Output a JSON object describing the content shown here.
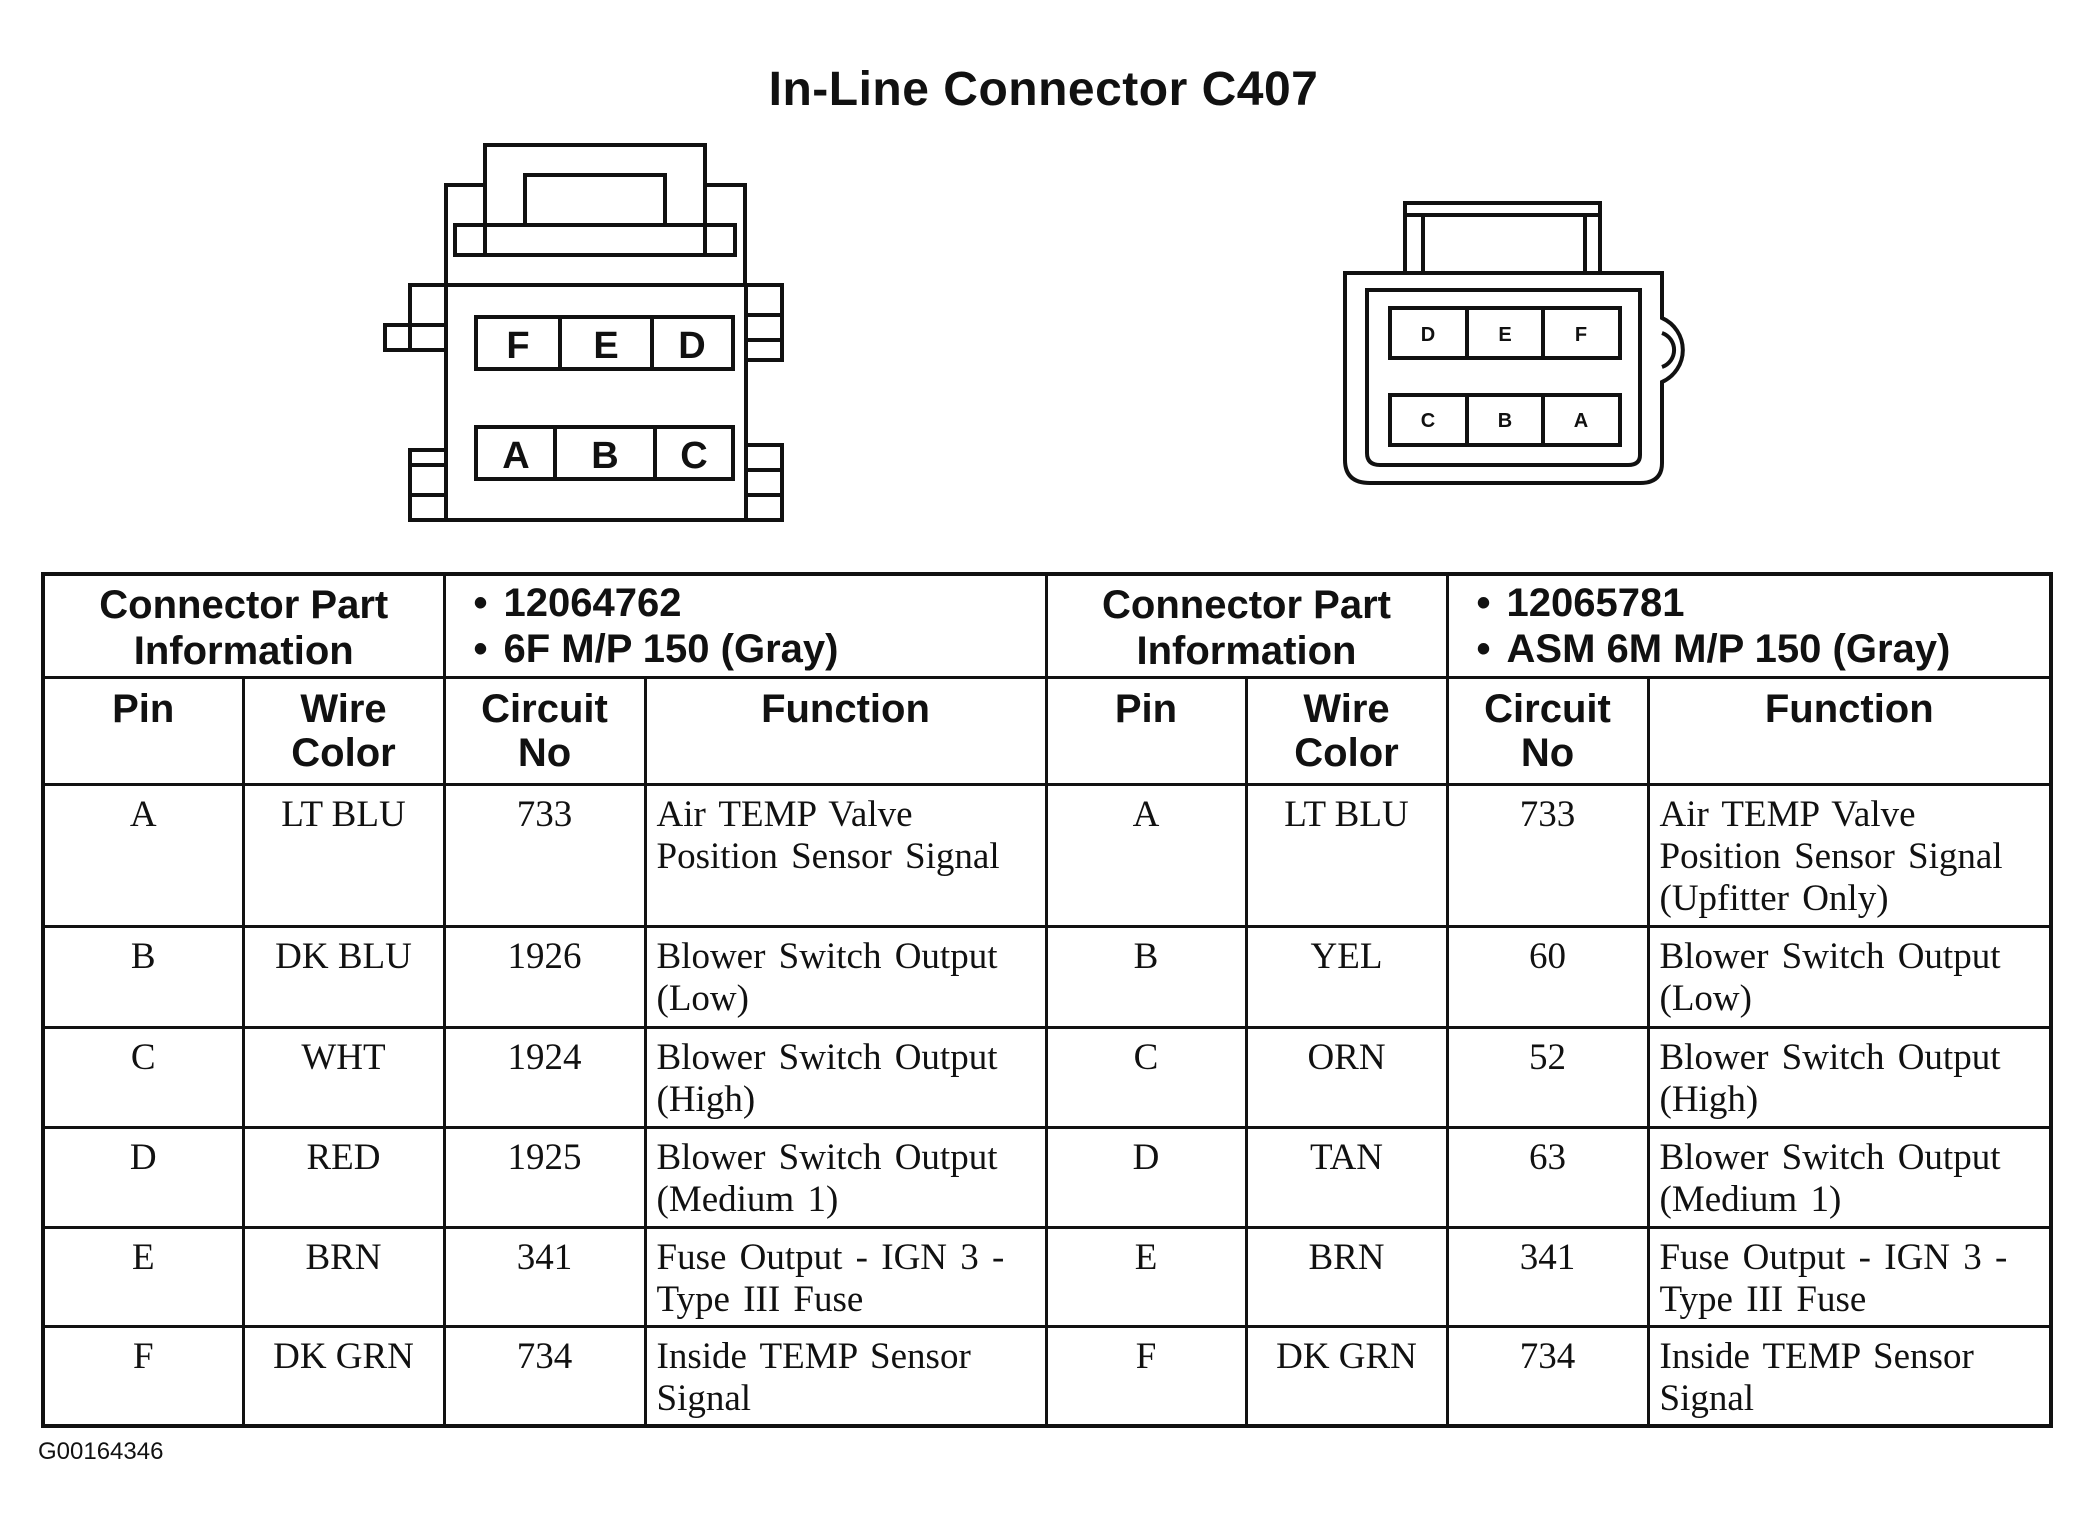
{
  "title": "In-Line Connector C407",
  "left_connector": {
    "cavity_labels_top": [
      "F",
      "E",
      "D"
    ],
    "cavity_labels_bottom": [
      "A",
      "B",
      "C"
    ]
  },
  "right_connector": {
    "cavity_labels_top": [
      "D",
      "E",
      "F"
    ],
    "cavity_labels_bottom": [
      "C",
      "B",
      "A"
    ]
  },
  "table": {
    "part_info_label_line1": "Connector Part",
    "part_info_label_line2": "Information",
    "left_part": [
      "12064762",
      "6F M/P 150 (Gray)"
    ],
    "right_part": [
      "12065781",
      "ASM 6M M/P 150 (Gray)"
    ],
    "col_pin": "Pin",
    "col_wire_1": "Wire",
    "col_wire_2": "Color",
    "col_circuit_1": "Circuit",
    "col_circuit_2": "No",
    "col_function": "Function",
    "left_rows": [
      {
        "pin": "A",
        "wire": "LT BLU",
        "circuit": "733",
        "function": [
          "Air TEMP Valve",
          "Position Sensor Signal"
        ]
      },
      {
        "pin": "B",
        "wire": "DK BLU",
        "circuit": "1926",
        "function": [
          "Blower Switch Output",
          "(Low)"
        ]
      },
      {
        "pin": "C",
        "wire": "WHT",
        "circuit": "1924",
        "function": [
          "Blower Switch Output",
          "(High)"
        ]
      },
      {
        "pin": "D",
        "wire": "RED",
        "circuit": "1925",
        "function": [
          "Blower Switch Output",
          "(Medium 1)"
        ]
      },
      {
        "pin": "E",
        "wire": "BRN",
        "circuit": "341",
        "function": [
          "Fuse Output - IGN 3 -",
          "Type III Fuse"
        ]
      },
      {
        "pin": "F",
        "wire": "DK GRN",
        "circuit": "734",
        "function": [
          "Inside TEMP Sensor",
          "Signal"
        ]
      }
    ],
    "right_rows": [
      {
        "pin": "A",
        "wire": "LT BLU",
        "circuit": "733",
        "function": [
          "Air TEMP Valve",
          "Position Sensor Signal",
          "(Upfitter Only)"
        ]
      },
      {
        "pin": "B",
        "wire": "YEL",
        "circuit": "60",
        "function": [
          "Blower Switch Output",
          "(Low)"
        ]
      },
      {
        "pin": "C",
        "wire": "ORN",
        "circuit": "52",
        "function": [
          "Blower Switch Output",
          "(High)"
        ]
      },
      {
        "pin": "D",
        "wire": "TAN",
        "circuit": "63",
        "function": [
          "Blower Switch Output",
          "(Medium 1)"
        ]
      },
      {
        "pin": "E",
        "wire": "BRN",
        "circuit": "341",
        "function": [
          "Fuse Output - IGN 3 -",
          "Type III Fuse"
        ]
      },
      {
        "pin": "F",
        "wire": "DK GRN",
        "circuit": "734",
        "function": [
          "Inside TEMP Sensor",
          "Signal"
        ]
      }
    ]
  },
  "figure_id": "G00164346"
}
